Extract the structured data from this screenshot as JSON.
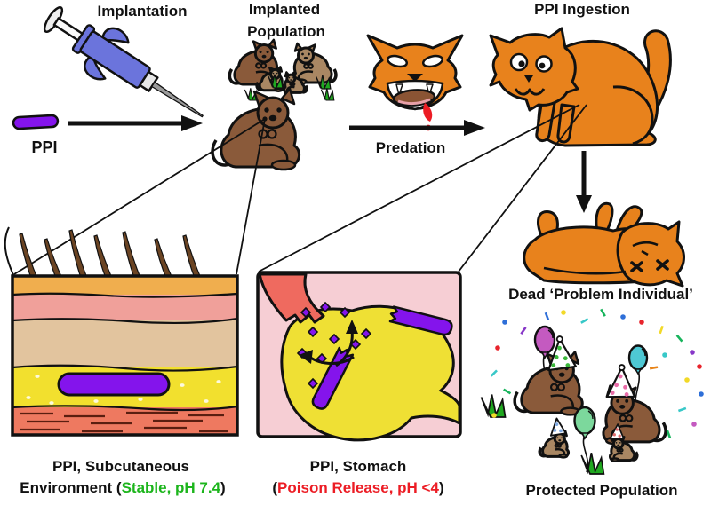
{
  "labels": {
    "implantation": "Implantation",
    "implanted_line1": "Implanted",
    "implanted_line2": "Population",
    "ppi": "PPI",
    "predation": "Predation",
    "ingestion": "PPI Ingestion",
    "dead": "Dead ‘Problem Individual’",
    "subq_line1": "PPI, Subcutaneous",
    "subq_line2_pre": "Environment (",
    "subq_line2_hl": "Stable, pH 7.4",
    "subq_line2_post": ")",
    "stomach_line1": "PPI, Stomach",
    "stomach_line2_pre": "(",
    "stomach_line2_hl": "Poison Release, pH <4",
    "stomach_line2_post": ")",
    "protected": "Protected Population"
  },
  "colors": {
    "stable_green": "#1CB51C",
    "poison_red": "#EC1C24",
    "ppi_purple": "#8414EC",
    "cat_orange": "#E8821C",
    "quokka_brown": "#8A5A3A",
    "quokka_light": "#A98763",
    "syringe_blue": "#6B74DC",
    "stomach_yellow": "#EFE034",
    "stomach_bg_pink": "#F6CED4",
    "esophagus_red": "#EF6A5F",
    "skin_epidermis": "#F0AE4E",
    "skin_dermis": "#F0A09A",
    "skin_subcutis": "#E2C49E",
    "skin_fat": "#F2E02E",
    "skin_muscle": "#EE7960",
    "grass_green": "#1FA81F",
    "balloon_magenta": "#C45AC0",
    "balloon_teal": "#4EC8D4",
    "balloon_green": "#7CD89C",
    "hat_dot_green": "#3CB83C",
    "hat_dot_pink": "#E86CA8",
    "hat_dot_blue": "#7FA8E0",
    "hat_dot_red": "#E06C6C"
  }
}
